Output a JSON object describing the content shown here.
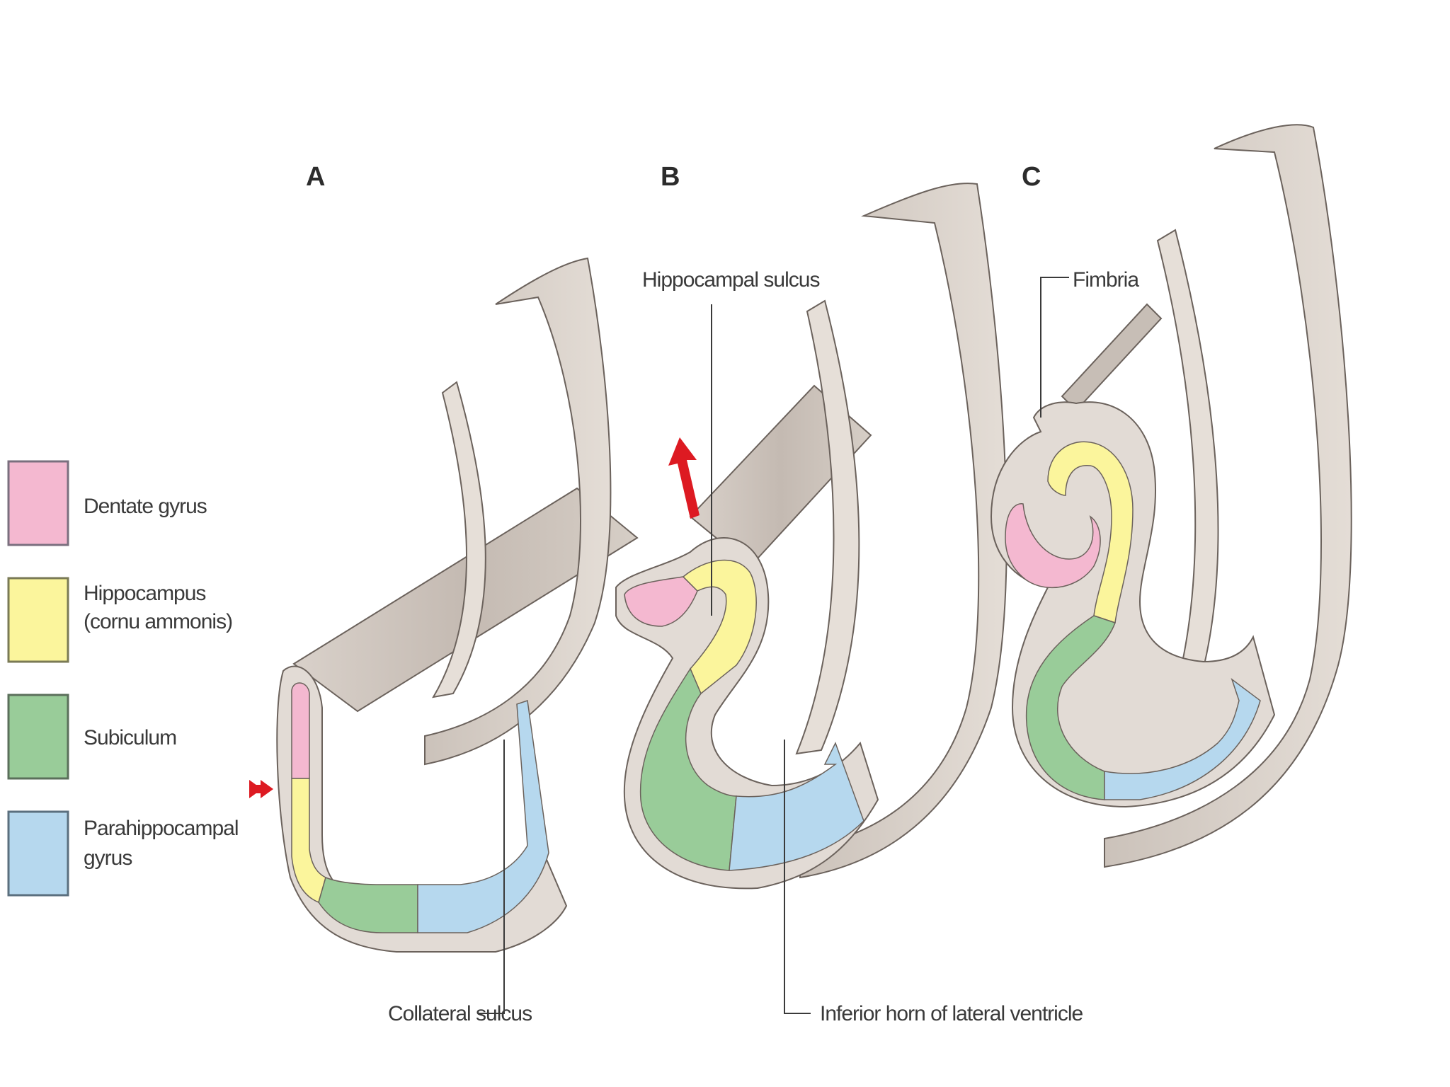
{
  "colors": {
    "dentate_gyrus": "#f4b8d0",
    "hippocampus": "#fbf59c",
    "subiculum": "#99cc99",
    "parahippocampal_gyrus": "#b6d8ee",
    "tissue": "#e2dbd5",
    "tube_shade": "#c8bfb7",
    "arrow": "#dd1a22"
  },
  "panels": [
    {
      "letter": "A"
    },
    {
      "letter": "B"
    },
    {
      "letter": "C"
    }
  ],
  "legend": [
    {
      "label_lines": [
        "Dentate gyrus"
      ],
      "color_key": "dentate_gyrus"
    },
    {
      "label_lines": [
        "Hippocampus",
        "(cornu ammonis)"
      ],
      "color_key": "hippocampus"
    },
    {
      "label_lines": [
        "Subiculum"
      ],
      "color_key": "subiculum"
    },
    {
      "label_lines": [
        "Parahippocampal",
        "gyrus"
      ],
      "color_key": "parahippocampal_gyrus"
    }
  ],
  "annotations": {
    "hippocampal_sulcus": "Hippocampal sulcus",
    "fimbria": "Fimbria",
    "collateral_sulcus": "Collateral sulcus",
    "inferior_horn": "Inferior horn of lateral ventricle"
  },
  "icons": [
    "red-double-arrow-icon",
    "red-up-arrow-icon"
  ]
}
